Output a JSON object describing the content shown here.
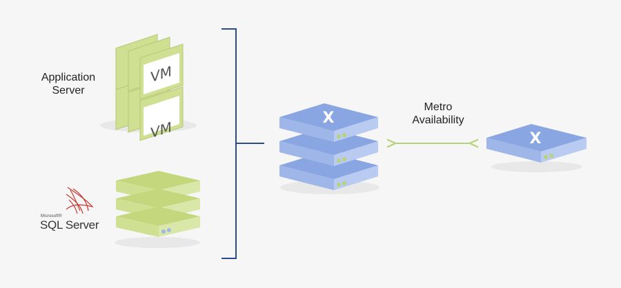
{
  "labels": {
    "app_server_line1": "Application",
    "app_server_line2": "Server",
    "metro_line1": "Metro",
    "metro_line2": "Availability",
    "vm_text": "VM",
    "sql_microsoft": "Microsoft®",
    "sql_server": "SQL Server",
    "nutanix_mark": "X"
  },
  "colors": {
    "background": "#f6f6f6",
    "bracket": "#2b4a8c",
    "vm_frame": "#cfe092",
    "vm_inner": "#ffffff",
    "server_green": "#cfe092",
    "server_green_top": "#c4d77d",
    "server_blue": "#9fb7e8",
    "server_blue_top": "#89a6e2",
    "arrow": "#b7d37a",
    "sql_red": "#c8342c"
  },
  "icons": {
    "vm_windows": "vm-window-icon",
    "sql_logo": "sql-server-logo",
    "nutanix_node": "nutanix-x-icon",
    "arrow": "double-arrow-icon"
  }
}
